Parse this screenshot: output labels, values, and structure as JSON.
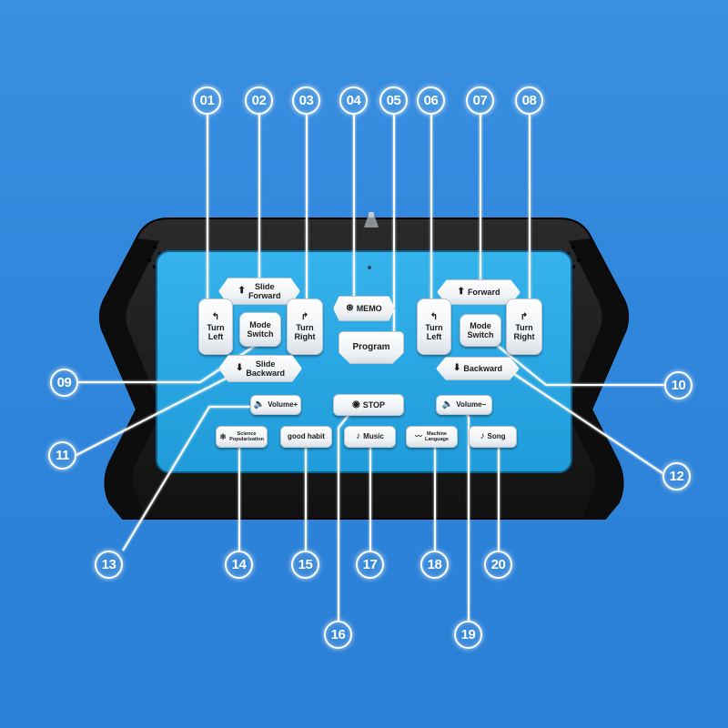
{
  "colors": {
    "background": "#2f86db",
    "body": "#1b1b1b",
    "panel": "#2aa6e2",
    "button": "#f3f6f8",
    "callout": "#ffffff"
  },
  "buttons": {
    "slide_forward": {
      "label": "Slide\nForward",
      "icon": "arrow-up-icon"
    },
    "turn_left_a": {
      "label": "Turn\nLeft",
      "icon": "turn-left-icon"
    },
    "mode_switch_a": {
      "label": "Mode\nSwitch"
    },
    "turn_right_a": {
      "label": "Turn\nRight",
      "icon": "turn-right-icon"
    },
    "slide_backward": {
      "label": "Slide\nBackward",
      "icon": "arrow-down-icon"
    },
    "memo": {
      "label": "MEMO",
      "icon": "film-reel-icon"
    },
    "program": {
      "label": "Program"
    },
    "forward": {
      "label": "Forward",
      "icon": "arrow-up-icon"
    },
    "turn_left_b": {
      "label": "Turn\nLeft",
      "icon": "turn-left-icon"
    },
    "mode_switch_b": {
      "label": "Mode\nSwitch"
    },
    "turn_right_b": {
      "label": "Turn\nRight",
      "icon": "turn-right-icon"
    },
    "backward": {
      "label": "Backward",
      "icon": "arrow-down-icon"
    },
    "volume_up": {
      "label": "Volume+",
      "icon": "speaker-icon"
    },
    "stop": {
      "label": "STOP",
      "icon": "stop-icon"
    },
    "volume_down": {
      "label": "Volume−",
      "icon": "speaker-icon"
    },
    "science": {
      "label": "Science\nPopularization",
      "icon": "atom-icon"
    },
    "good_habit": {
      "label": "good habit"
    },
    "music": {
      "label": "Music",
      "icon": "guitar-icon"
    },
    "machine_language": {
      "label": "Machine\nLanguage",
      "icon": "signal-wave-icon"
    },
    "song": {
      "label": "Song",
      "icon": "music-note-icon"
    }
  },
  "callouts": [
    "01",
    "02",
    "03",
    "04",
    "05",
    "06",
    "07",
    "08",
    "09",
    "10",
    "11",
    "12",
    "13",
    "14",
    "15",
    "16",
    "17",
    "18",
    "19",
    "20"
  ]
}
